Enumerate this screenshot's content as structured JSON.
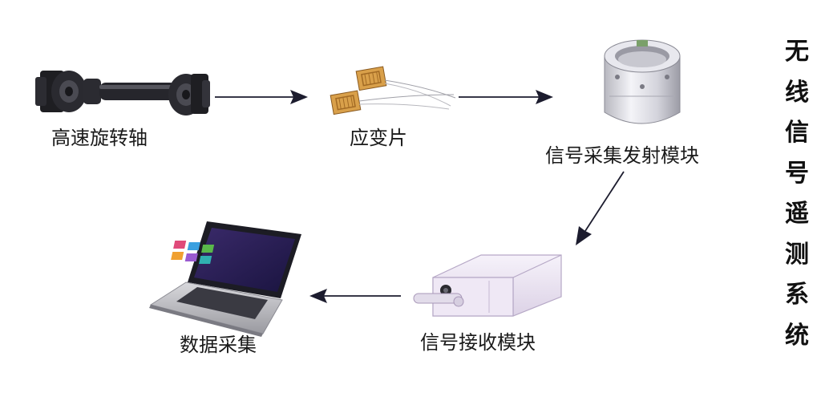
{
  "nodes": {
    "shaft": "高速旋转轴",
    "strain_gauge": "应变片",
    "transmitter": "信号采集发射模块",
    "receiver": "信号接收模块",
    "data_acq": "数据采集"
  },
  "title_vertical": "无线信号遥测系统",
  "colors": {
    "arrow": "#1c1c2e",
    "gauge": "#d9a04a"
  }
}
